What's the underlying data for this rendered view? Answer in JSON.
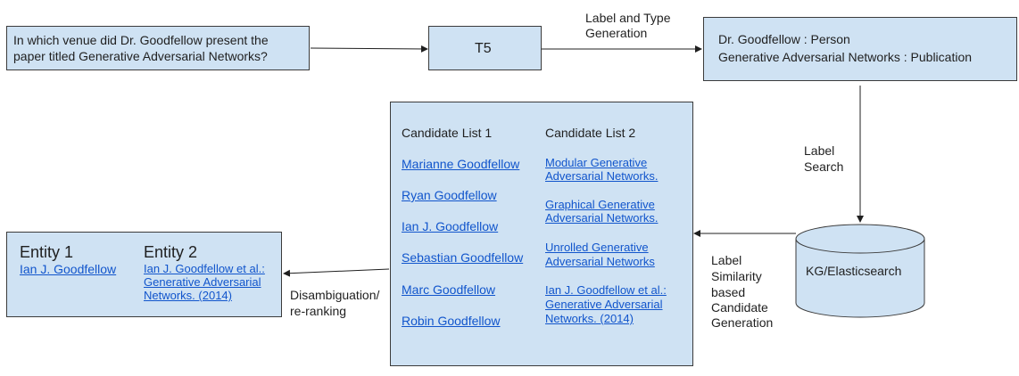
{
  "question": {
    "line1": "In which venue did Dr. Goodfellow present the",
    "line2": "paper titled Generative Adversarial Networks?"
  },
  "t5": {
    "label": "T5"
  },
  "label_type_generation": {
    "line1": "Label and Type",
    "line2": "Generation"
  },
  "typed_labels": {
    "line1": "Dr. Goodfellow : Person",
    "line2": "Generative Adversarial Networks : Publication"
  },
  "label_search": {
    "line1": "Label",
    "line2": "Search"
  },
  "kg": {
    "label": "KG/Elasticsearch"
  },
  "similarity": {
    "line1": "Label",
    "line2": "Similarity",
    "line3": "based",
    "line4": "Candidate",
    "line5": "Generation"
  },
  "candidates": {
    "list1_title": "Candidate List 1",
    "list2_title": "Candidate List 2",
    "list1": [
      "Marianne Goodfellow",
      "Ryan Goodfellow",
      "Ian J. Goodfellow",
      "Sebastian Goodfellow",
      "Marc Goodfellow",
      "Robin Goodfellow"
    ],
    "list2": [
      {
        "line1": "Modular Generative",
        "line2": "Adversarial Networks."
      },
      {
        "line1": "Graphical Generative",
        "line2": "Adversarial Networks."
      },
      {
        "line1": "Unrolled Generative",
        "line2": "Adversarial Networks"
      },
      {
        "line1": "Ian J. Goodfellow et al.:",
        "line2": "Generative Adversarial",
        "line3": "Networks. (2014)"
      }
    ]
  },
  "disambiguation": {
    "line1": "Disambiguation/",
    "line2": "re-ranking"
  },
  "entities": {
    "entity1_title": "Entity 1",
    "entity1_value": "Ian J. Goodfellow",
    "entity2_title": "Entity 2",
    "entity2_line1": "Ian J. Goodfellow et al.:",
    "entity2_line2": "Generative Adversarial",
    "entity2_line3": "Networks. (2014)"
  },
  "colors": {
    "box_fill": "#cfe2f3",
    "border": "#3b3b3b",
    "link": "#1155cc"
  }
}
